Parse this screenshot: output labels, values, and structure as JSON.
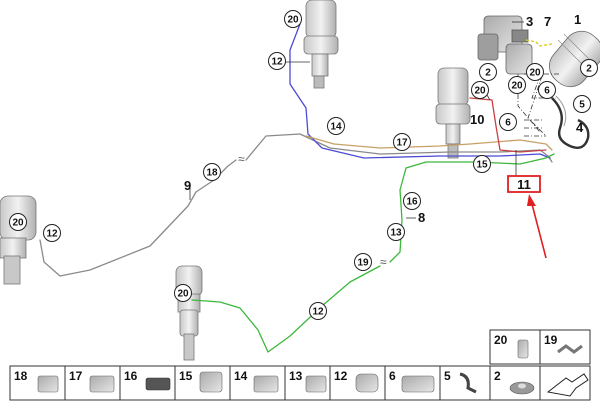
{
  "diagram": {
    "callouts": {
      "c20_top": "20",
      "c12_top": "12",
      "c14": "14",
      "c17": "17",
      "c15": "15",
      "c18": "18",
      "c20_left": "20",
      "c12_left": "12",
      "c16": "16",
      "c13": "13",
      "c19": "19",
      "c20_rear": "20",
      "c12_bottom": "12",
      "c2_a": "2",
      "c20_b": "20",
      "c20_c": "20",
      "c2_b": "2",
      "c6_a": "6",
      "c6_b": "6",
      "c20_d": "20",
      "c5": "5"
    },
    "labels": {
      "l3": "3",
      "l1": "1",
      "l7": "7",
      "l4": "4",
      "l10": "10",
      "l9": "9",
      "l8": "8",
      "l11": "11"
    }
  },
  "legend": {
    "items": [
      {
        "num": "18"
      },
      {
        "num": "17"
      },
      {
        "num": "16"
      },
      {
        "num": "15"
      },
      {
        "num": "14"
      },
      {
        "num": "13"
      },
      {
        "num": "12"
      },
      {
        "num": "6"
      },
      {
        "num": "5"
      },
      {
        "num": "2"
      },
      {
        "num": "20"
      },
      {
        "num": "19"
      }
    ]
  },
  "colors": {
    "line_gray": "#8a8a8a",
    "line_blue": "#4b4bd6",
    "line_green": "#3cb83c",
    "line_red": "#c84040",
    "line_yellow": "#e0cc20",
    "highlight": "#e02020"
  }
}
